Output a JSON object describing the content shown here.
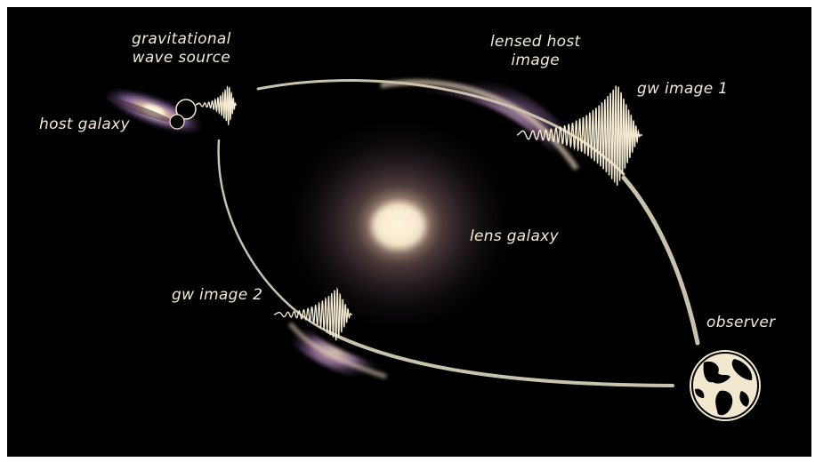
{
  "labels": {
    "gw_source": [
      "gravitational",
      "wave source"
    ],
    "host_galaxy": "host galaxy",
    "lensed_host": [
      "lensed host",
      "image"
    ],
    "gw_image_1": "gw image 1",
    "lens_galaxy": "lens galaxy",
    "gw_image_2": "gw image 2",
    "observer": "observer"
  },
  "colors": {
    "background": "#000000",
    "frame": "#ffffff",
    "path": "#c9c2ad",
    "waveform": "#f4ead2",
    "text": "#f4ead2",
    "galaxy_core": "#fff3d6",
    "galaxy_arm": "#9b7fb8",
    "earth_ocean": "#f1e8cf",
    "earth_land": "#000000"
  },
  "icons": [
    "binary-black-hole-icon",
    "earth-globe-icon"
  ]
}
